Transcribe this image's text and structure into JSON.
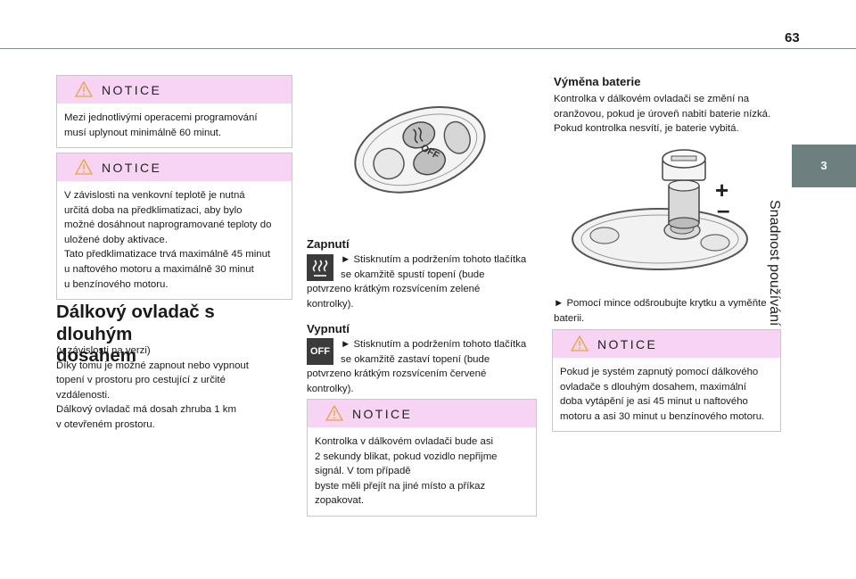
{
  "page": {
    "number": "63"
  },
  "side_tab": {
    "number": "3",
    "title": "Snadnost používání a komfort"
  },
  "left": {
    "notice1": {
      "title": "NOTICE",
      "lines": [
        "Mezi jednotlivými operacemi programování",
        "musí uplynout minimálně 60 minut."
      ]
    },
    "notice2": {
      "title": "NOTICE",
      "lines": [
        "V závislosti na venkovní teplotě je nutná",
        "určitá doba na předklimatizaci, aby bylo",
        "možné dosáhnout naprogramované teploty do",
        "uložené doby aktivace.",
        "Tato předklimatizace trvá maximálně 45 minut",
        "u naftového motoru a maximálně 30 minut",
        "u benzínového motoru."
      ]
    },
    "section_title_lines": [
      "Dálkový ovladač s dlouhým",
      "dosahem"
    ],
    "section_lines": [
      "(v závislosti na verzi)",
      "Díky tomu je možné zapnout nebo vypnout",
      "topení v prostoru pro cestující z určité",
      "vzdálenosti.",
      "Dálkový ovladač má dosah zhruba 1 km",
      "v otevřeném prostoru."
    ]
  },
  "middle": {
    "remote": {
      "off_label": "OFF"
    },
    "zapnuti": {
      "title": "Zapnutí",
      "lines": [
        "► Stisknutím a podržením tohoto tlačítka",
        "se okamžitě spustí topení (bude",
        "potvrzeno krátkým rozsvícením zelené",
        "kontrolky)."
      ]
    },
    "vypnuti": {
      "title": "Vypnutí",
      "icon_label": "OFF",
      "lines": [
        "► Stisknutím a podržením tohoto tlačítka",
        "se okamžitě zastaví topení (bude",
        "potvrzeno krátkým rozsvícením červené",
        "kontrolky)."
      ]
    },
    "notice": {
      "title": "NOTICE",
      "lines": [
        "Kontrolka v dálkovém ovladači bude asi",
        "2 sekundy blikat, pokud vozidlo nepřijme",
        "signál. V tom případě",
        "byste měli přejít na jiné místo a příkaz",
        "zopakovat."
      ]
    }
  },
  "right": {
    "battery": {
      "title": "Výměna baterie",
      "lines": [
        "Kontrolka v dálkovém ovladači se změní na",
        "oranžovou, pokud je úroveň nabití baterie nízká.",
        "Pokud kontrolka nesvítí, je baterie vybitá."
      ]
    },
    "battery_illustration": {
      "plus": "+",
      "minus": "–"
    },
    "instruction_lines": [
      "► Pomocí mince odšroubujte krytku a vyměňte",
      "baterii."
    ],
    "notice": {
      "title": "NOTICE",
      "lines": [
        "Pokud je systém zapnutý pomocí dálkového",
        "ovladače s dlouhým dosahem, maximální",
        "doba vytápění je asi 45 minut u naftového",
        "motoru a asi 30 minut u benzínového motoru."
      ]
    }
  },
  "colors": {
    "notice_header": "#f7d4f4",
    "tab": "#6e7f7f",
    "warning": "#e8a33a"
  }
}
